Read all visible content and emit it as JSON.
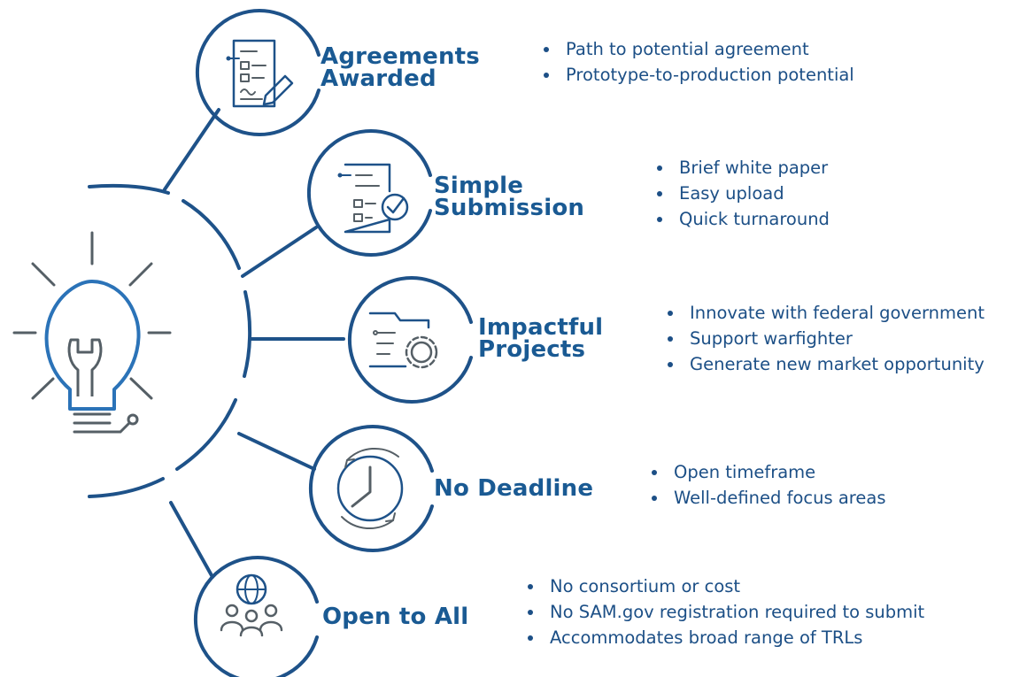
{
  "colors": {
    "accent": "#1a5a93",
    "line": "#1e5289",
    "icon_gray": "#555f66",
    "icon_blue": "#2b73b8"
  },
  "central_icon": "lightbulb-wrench-icon",
  "items": [
    {
      "title_line1": "Agreements",
      "title_line2": "Awarded",
      "icon": "document-signature-icon",
      "bullets": [
        "Path to potential agreement",
        "Prototype-to-production potential"
      ]
    },
    {
      "title_line1": "Simple",
      "title_line2": "Submission",
      "icon": "checklist-check-icon",
      "bullets": [
        "Brief white paper",
        "Easy upload",
        "Quick turnaround"
      ]
    },
    {
      "title_line1": "Impactful",
      "title_line2": "Projects",
      "icon": "folder-gear-icon",
      "bullets": [
        "Innovate with federal government",
        "Support warfighter",
        "Generate new market opportunity"
      ]
    },
    {
      "title_line1": "No Deadline",
      "title_line2": "",
      "icon": "clock-cycle-icon",
      "bullets": [
        "Open timeframe",
        "Well-defined focus areas"
      ]
    },
    {
      "title_line1": "Open to All",
      "title_line2": "",
      "icon": "globe-people-icon",
      "bullets": [
        "No consortium or cost",
        "No SAM.gov registration required to submit",
        "Accommodates broad range of TRLs"
      ]
    }
  ]
}
